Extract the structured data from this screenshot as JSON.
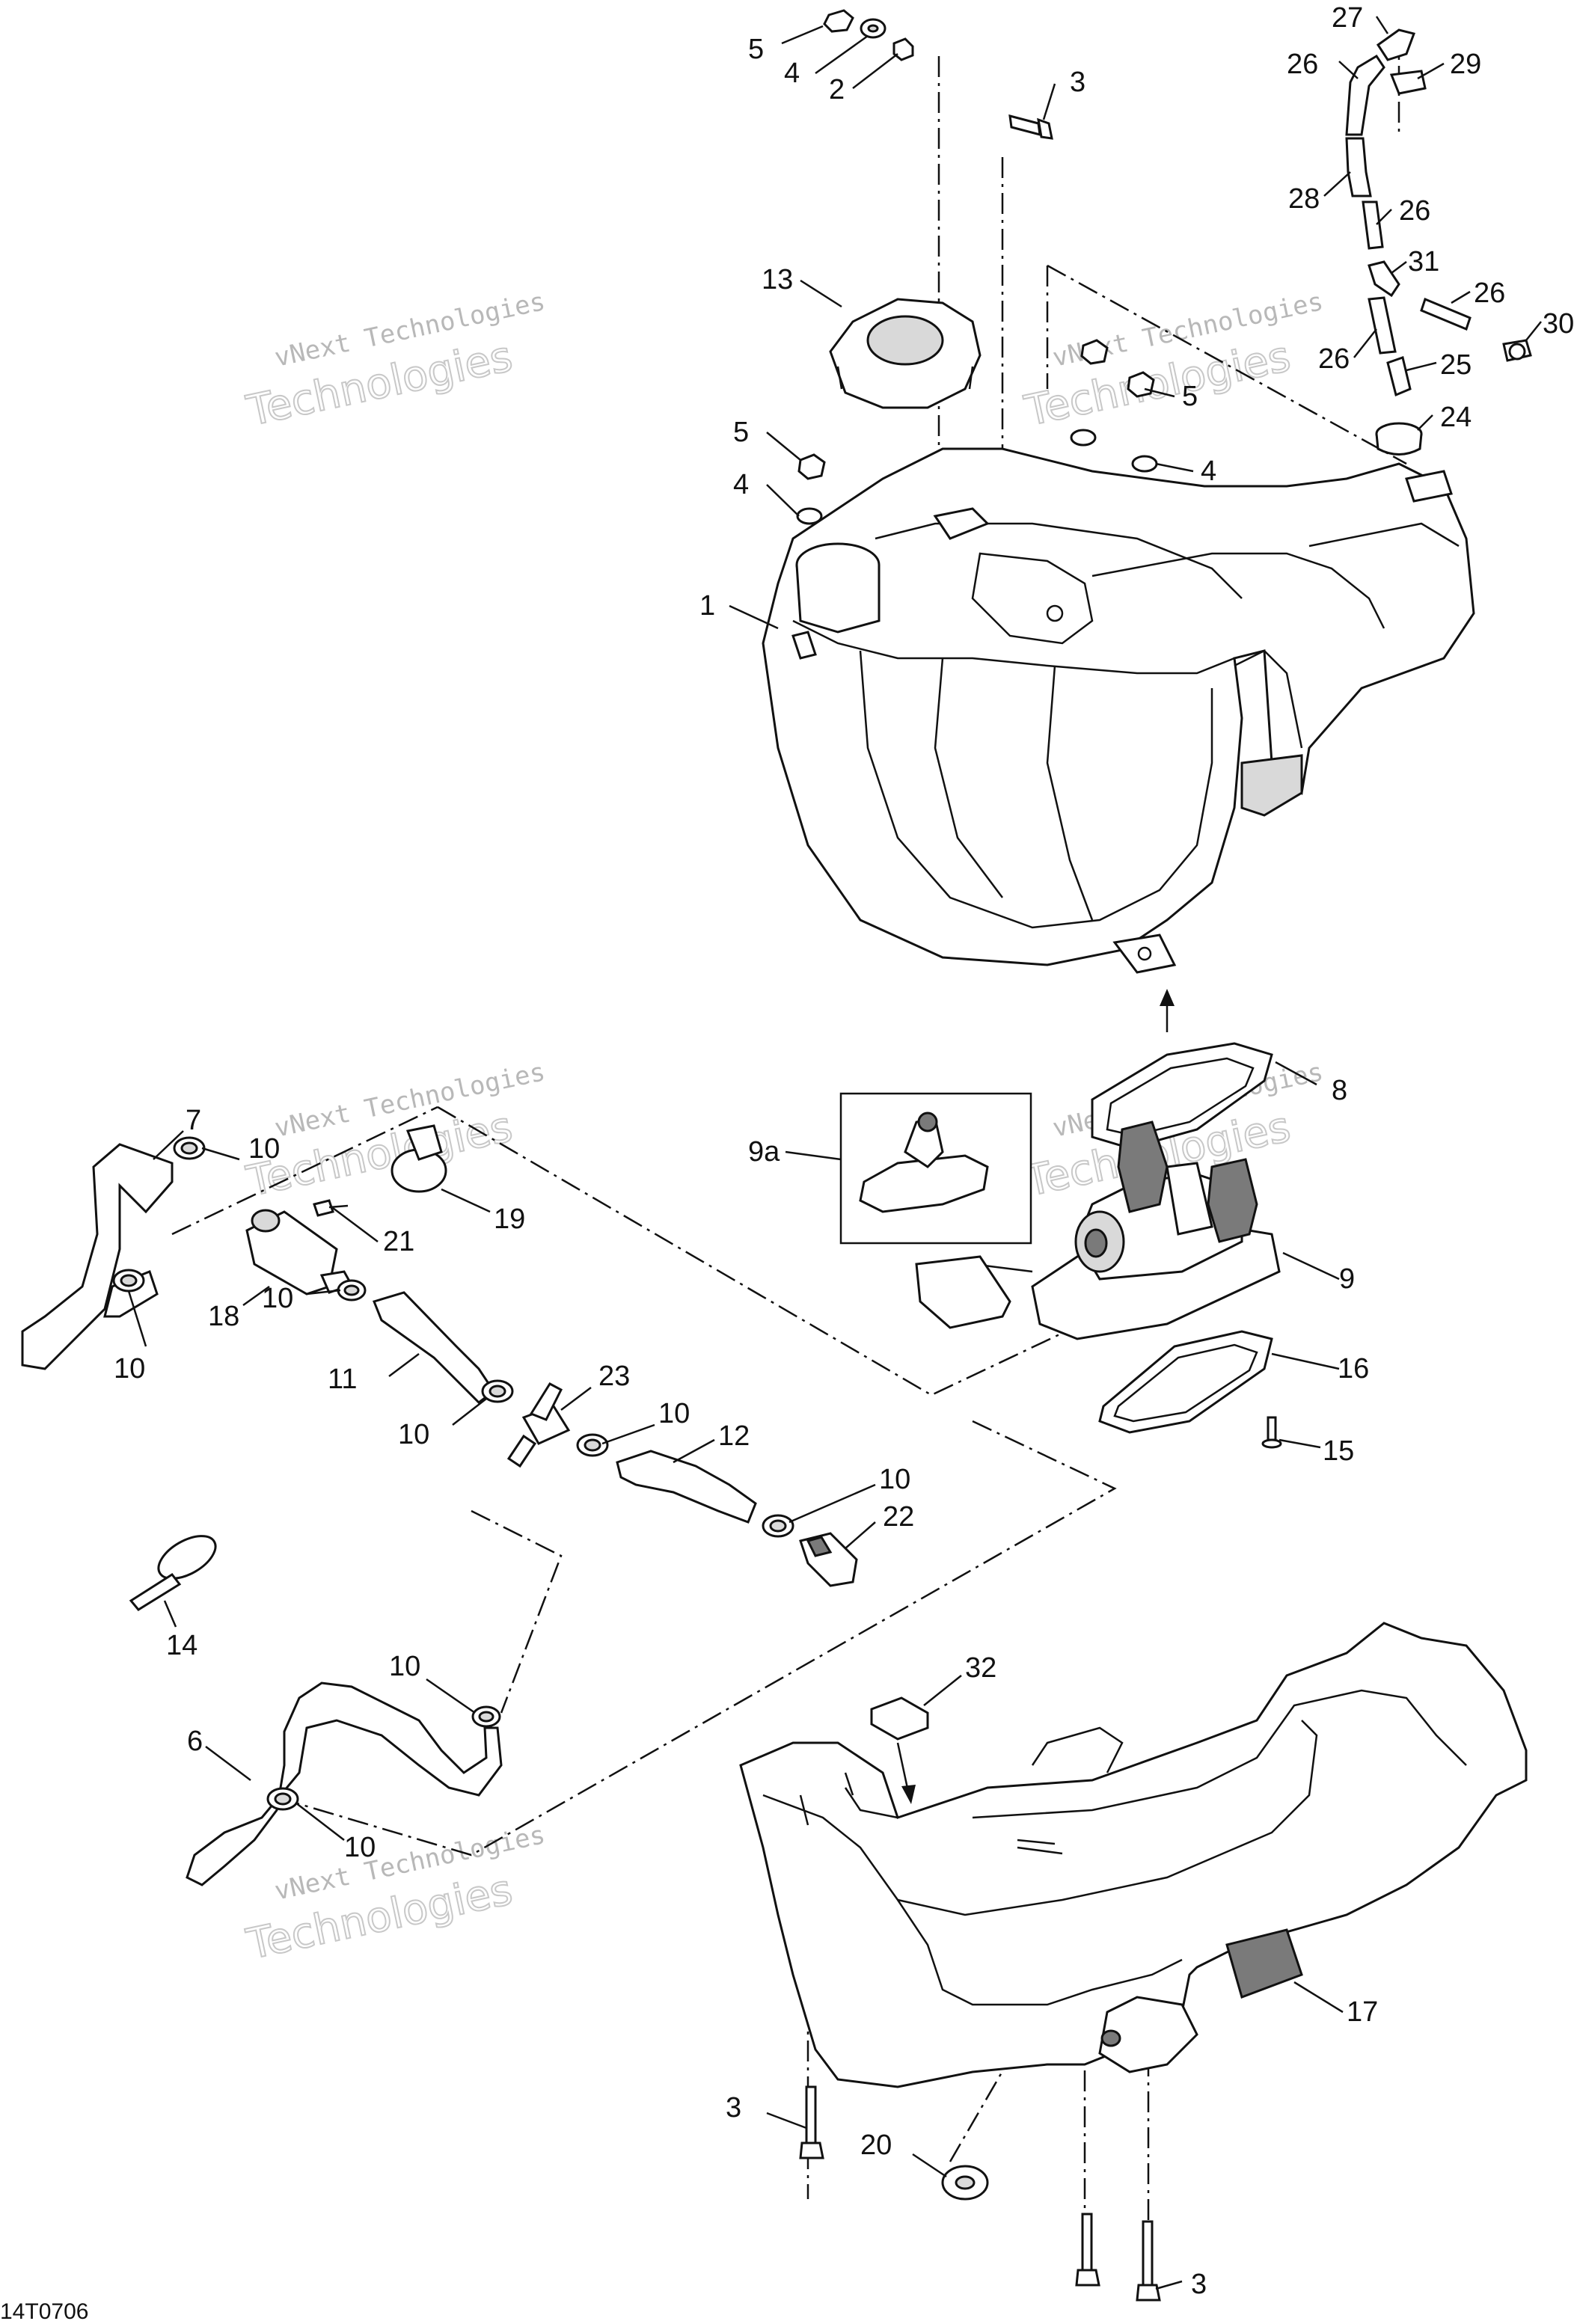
{
  "watermark": {
    "line1": "vNext Technologies",
    "line2": "Technologies"
  },
  "reference_code": "14T0706",
  "callouts": [
    {
      "id": "c5a",
      "label": "5"
    },
    {
      "id": "c4a",
      "label": "4"
    },
    {
      "id": "c2",
      "label": "2"
    },
    {
      "id": "c3a",
      "label": "3"
    },
    {
      "id": "c27",
      "label": "27"
    },
    {
      "id": "c26a",
      "label": "26"
    },
    {
      "id": "c29",
      "label": "29"
    },
    {
      "id": "c28",
      "label": "28"
    },
    {
      "id": "c26b",
      "label": "26"
    },
    {
      "id": "c31",
      "label": "31"
    },
    {
      "id": "c26c",
      "label": "26"
    },
    {
      "id": "c30",
      "label": "30"
    },
    {
      "id": "c26d",
      "label": "26"
    },
    {
      "id": "c25",
      "label": "25"
    },
    {
      "id": "c24",
      "label": "24"
    },
    {
      "id": "c13",
      "label": "13"
    },
    {
      "id": "c5b",
      "label": "5"
    },
    {
      "id": "c5c",
      "label": "5"
    },
    {
      "id": "c4b",
      "label": "4"
    },
    {
      "id": "c4c",
      "label": "4"
    },
    {
      "id": "c1",
      "label": "1"
    },
    {
      "id": "c8",
      "label": "8"
    },
    {
      "id": "c9a",
      "label": "9a"
    },
    {
      "id": "c9",
      "label": "9"
    },
    {
      "id": "c16",
      "label": "16"
    },
    {
      "id": "c15",
      "label": "15"
    },
    {
      "id": "c7",
      "label": "7"
    },
    {
      "id": "c10a",
      "label": "10"
    },
    {
      "id": "c21",
      "label": "21"
    },
    {
      "id": "c19",
      "label": "19"
    },
    {
      "id": "c18",
      "label": "18"
    },
    {
      "id": "c10b",
      "label": "10"
    },
    {
      "id": "c10c",
      "label": "10"
    },
    {
      "id": "c11",
      "label": "11"
    },
    {
      "id": "c23",
      "label": "23"
    },
    {
      "id": "c10d",
      "label": "10"
    },
    {
      "id": "c10e",
      "label": "10"
    },
    {
      "id": "c12",
      "label": "12"
    },
    {
      "id": "c10f",
      "label": "10"
    },
    {
      "id": "c22",
      "label": "22"
    },
    {
      "id": "c14",
      "label": "14"
    },
    {
      "id": "c10g",
      "label": "10"
    },
    {
      "id": "c6",
      "label": "6"
    },
    {
      "id": "c10h",
      "label": "10"
    },
    {
      "id": "c32",
      "label": "32"
    },
    {
      "id": "c17",
      "label": "17"
    },
    {
      "id": "c3b",
      "label": "3"
    },
    {
      "id": "c20",
      "label": "20"
    },
    {
      "id": "c3c",
      "label": "3"
    }
  ]
}
